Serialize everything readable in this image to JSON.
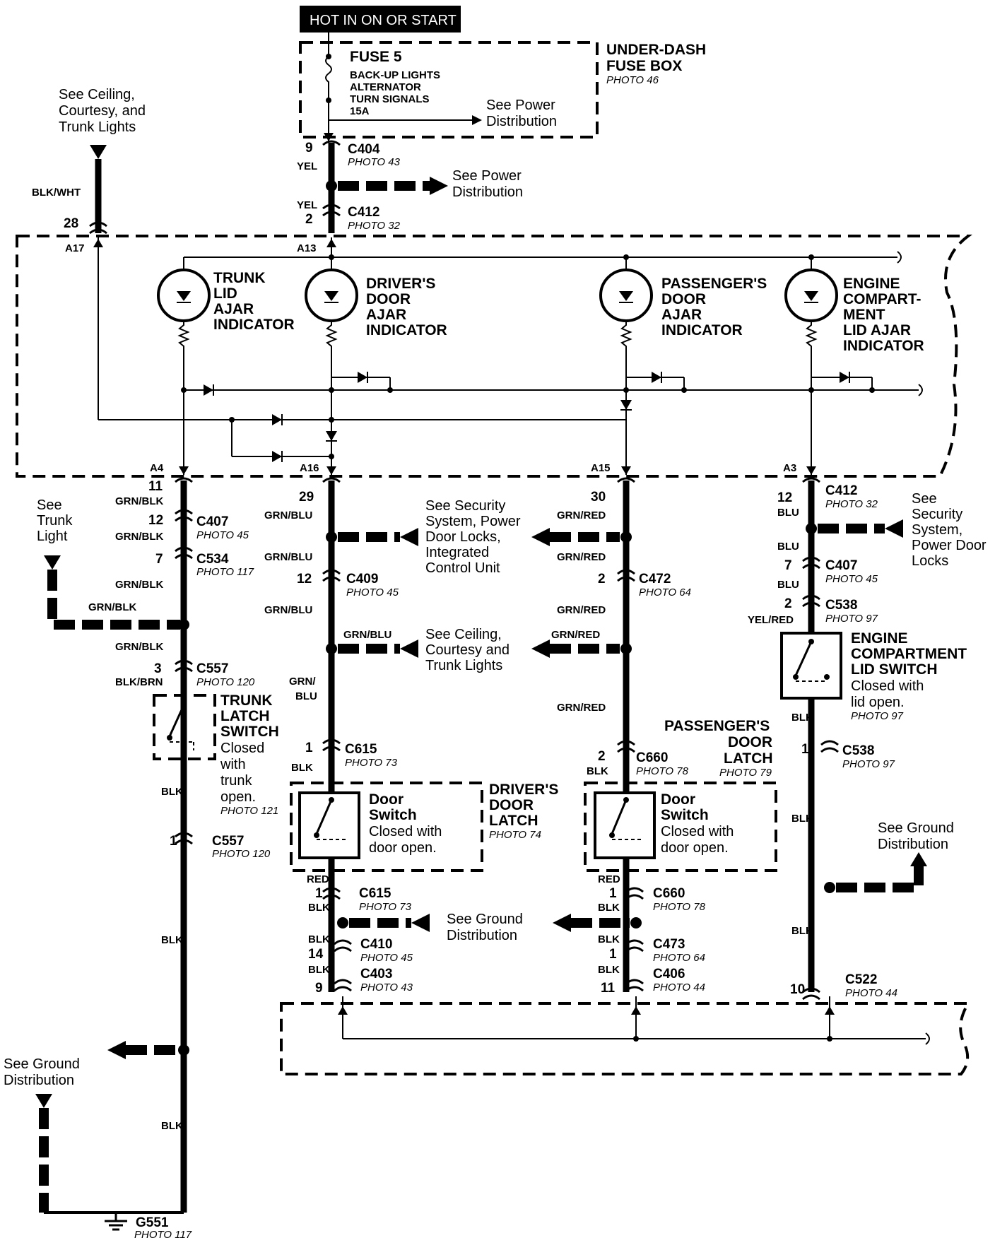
{
  "header": {
    "hot_label": "HOT IN ON OR START"
  },
  "fuse_box": {
    "fuse": "FUSE 5",
    "circuits": [
      "BACK-UP LIGHTS",
      "ALTERNATOR",
      "TURN SIGNALS",
      "15A"
    ],
    "see_power": [
      "See Power",
      "Distribution"
    ],
    "title": [
      "UNDER-DASH",
      "FUSE BOX"
    ],
    "photo": "PHOTO 46"
  },
  "c404": {
    "pin": "9",
    "wire": "YEL",
    "name": "C404",
    "photo": "PHOTO 43"
  },
  "see_power_2": [
    "See Power",
    "Distribution"
  ],
  "c412_top": {
    "wire": "YEL",
    "pin": "2",
    "name": "C412",
    "photo": "PHOTO 32"
  },
  "ceiling_ref": {
    "lines": [
      "See Ceiling,",
      "Courtesy, and",
      "Trunk Lights"
    ],
    "wire": "BLK/WHT",
    "pin": "28"
  },
  "pins": {
    "a17": "A17",
    "a13": "A13",
    "a4": "A4",
    "a16": "A16",
    "a15": "A15",
    "a3": "A3"
  },
  "indicators": {
    "trunk": [
      "TRUNK",
      "LID",
      "AJAR",
      "INDICATOR"
    ],
    "driver": [
      "DRIVER'S",
      "DOOR",
      "AJAR",
      "INDICATOR"
    ],
    "passenger": [
      "PASSENGER'S",
      "DOOR",
      "AJAR",
      "INDICATOR"
    ],
    "engine": [
      "ENGINE",
      "COMPART-",
      "MENT",
      "LID AJAR",
      "INDICATOR"
    ]
  },
  "trunk_branch": {
    "pin_top": "11",
    "wire1": "GRN/BLK",
    "c407": {
      "pin": "12",
      "wire": "GRN/BLK",
      "name": "C407",
      "photo": "PHOTO 45"
    },
    "c534": {
      "pin": "7",
      "name": "C534",
      "photo": "PHOTO 117"
    },
    "wire2": "GRN/BLK",
    "wire3": "GRN/BLK",
    "wire4": "GRN/BLK",
    "see_trunk": [
      "See",
      "Trunk",
      "Light"
    ],
    "c557_top": {
      "pin": "3",
      "wire": "BLK/BRN",
      "name": "C557",
      "photo": "PHOTO 120"
    },
    "switch": [
      "TRUNK",
      "LATCH",
      "SWITCH"
    ],
    "switch_desc": [
      "Closed",
      "with",
      "trunk",
      "open."
    ],
    "switch_photo": "PHOTO 121",
    "wire5": "BLK",
    "c557_bot": {
      "pin": "1",
      "name": "C557",
      "photo": "PHOTO 120"
    },
    "wire6": "BLK",
    "wire7": "BLK",
    "see_ground": [
      "See Ground",
      "Distribution"
    ],
    "ground": {
      "name": "G551",
      "photo": "PHOTO 117"
    }
  },
  "driver_branch": {
    "pin_top": "29",
    "wire1": "GRN/BLU",
    "wire2": "GRN/BLU",
    "c409": {
      "pin": "12",
      "name": "C409",
      "photo": "PHOTO 45"
    },
    "wire3": "GRN/BLU",
    "wire4": "GRN/BLU",
    "wire5": [
      "GRN/",
      "BLU"
    ],
    "c615_top": {
      "pin": "1",
      "wire": "BLK",
      "name": "C615",
      "photo": "PHOTO 73"
    },
    "latch": [
      "DRIVER'S",
      "DOOR",
      "LATCH"
    ],
    "latch_photo": "PHOTO 74",
    "switch": [
      "Door",
      "Switch"
    ],
    "switch_desc": [
      "Closed with",
      "door open."
    ],
    "c615_bot": {
      "wire_top": "RED",
      "pin": "1",
      "wire": "BLK",
      "name": "C615",
      "photo": "PHOTO 73"
    },
    "c410": {
      "wire": "BLK",
      "pin": "14",
      "name": "C410",
      "photo": "PHOTO 45"
    },
    "c403": {
      "wire": "BLK",
      "pin": "9",
      "name": "C403",
      "photo": "PHOTO 43"
    }
  },
  "security_ref_1": [
    "See Security",
    "System, Power",
    "Door Locks,",
    "Integrated",
    "Control Unit"
  ],
  "ceiling_ref_2": [
    "See Ceiling,",
    "Courtesy and",
    "Trunk Lights"
  ],
  "ground_ref_mid": [
    "See Ground",
    "Distribution"
  ],
  "passenger_branch": {
    "pin_top": "30",
    "wire1": "GRN/RED",
    "wire2": "GRN/RED",
    "c472": {
      "pin": "2",
      "name": "C472",
      "photo": "PHOTO 64"
    },
    "wire3": "GRN/RED",
    "wire4": "GRN/RED",
    "wire5": "GRN/RED",
    "latch": [
      "PASSENGER'S",
      "DOOR",
      "LATCH"
    ],
    "latch_photo": "PHOTO 79",
    "c660_top": {
      "pin": "2",
      "wire": "BLK",
      "name": "C660",
      "photo": "PHOTO 78"
    },
    "switch": [
      "Door",
      "Switch"
    ],
    "switch_desc": [
      "Closed with",
      "door open."
    ],
    "c660_bot": {
      "wire_top": "RED",
      "pin": "1",
      "wire": "BLK",
      "name": "C660",
      "photo": "PHOTO 78"
    },
    "c473": {
      "wire": "BLK",
      "pin": "1",
      "name": "C473",
      "photo": "PHOTO 64"
    },
    "c406": {
      "wire": "BLK",
      "pin": "11",
      "name": "C406",
      "photo": "PHOTO 44"
    }
  },
  "engine_branch": {
    "c412": {
      "pin": "12",
      "wire": "BLU",
      "name": "C412",
      "photo": "PHOTO 32"
    },
    "security_ref": [
      "See",
      "Security",
      "System,",
      "Power Door",
      "Locks"
    ],
    "wire2": "BLU",
    "c407": {
      "pin": "7",
      "wire": "BLU",
      "name": "C407",
      "photo": "PHOTO 45"
    },
    "c538_top": {
      "pin": "2",
      "wire": "YEL/RED",
      "name": "C538",
      "photo": "PHOTO 97"
    },
    "switch": [
      "ENGINE",
      "COMPARTMENT",
      "LID SWITCH"
    ],
    "switch_desc": [
      "Closed with",
      "lid open."
    ],
    "switch_photo": "PHOTO 97",
    "wire3": "BLK",
    "c538_bot": {
      "pin": "1",
      "name": "C538",
      "photo": "PHOTO 97"
    },
    "wire4": "BLK",
    "see_ground": [
      "See Ground",
      "Distribution"
    ],
    "wire5": "BLK",
    "c522": {
      "pin": "10",
      "name": "C522",
      "photo": "PHOTO 44"
    }
  }
}
